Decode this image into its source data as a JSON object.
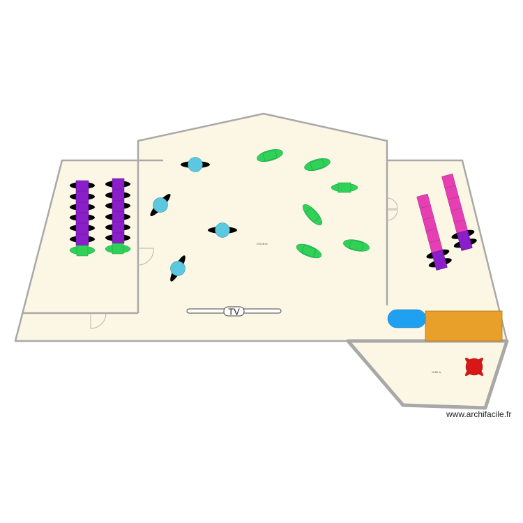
{
  "plan": {
    "main_area_label": "279,28 m²",
    "side_area_label": "19,68 m²",
    "tv_label": "TV",
    "watermark": "www.archifacile.fr"
  },
  "colors": {
    "floor": "#fcf7e4",
    "wall": "#a8a8a8",
    "green_table": "#2fd159",
    "cyan_table": "#5bc8e0",
    "purple_table": "#8a1ec8",
    "pink_table": "#e63fb4",
    "blue_object": "#1fa0f0",
    "orange_object": "#e8a02a",
    "red_object": "#d81818"
  }
}
